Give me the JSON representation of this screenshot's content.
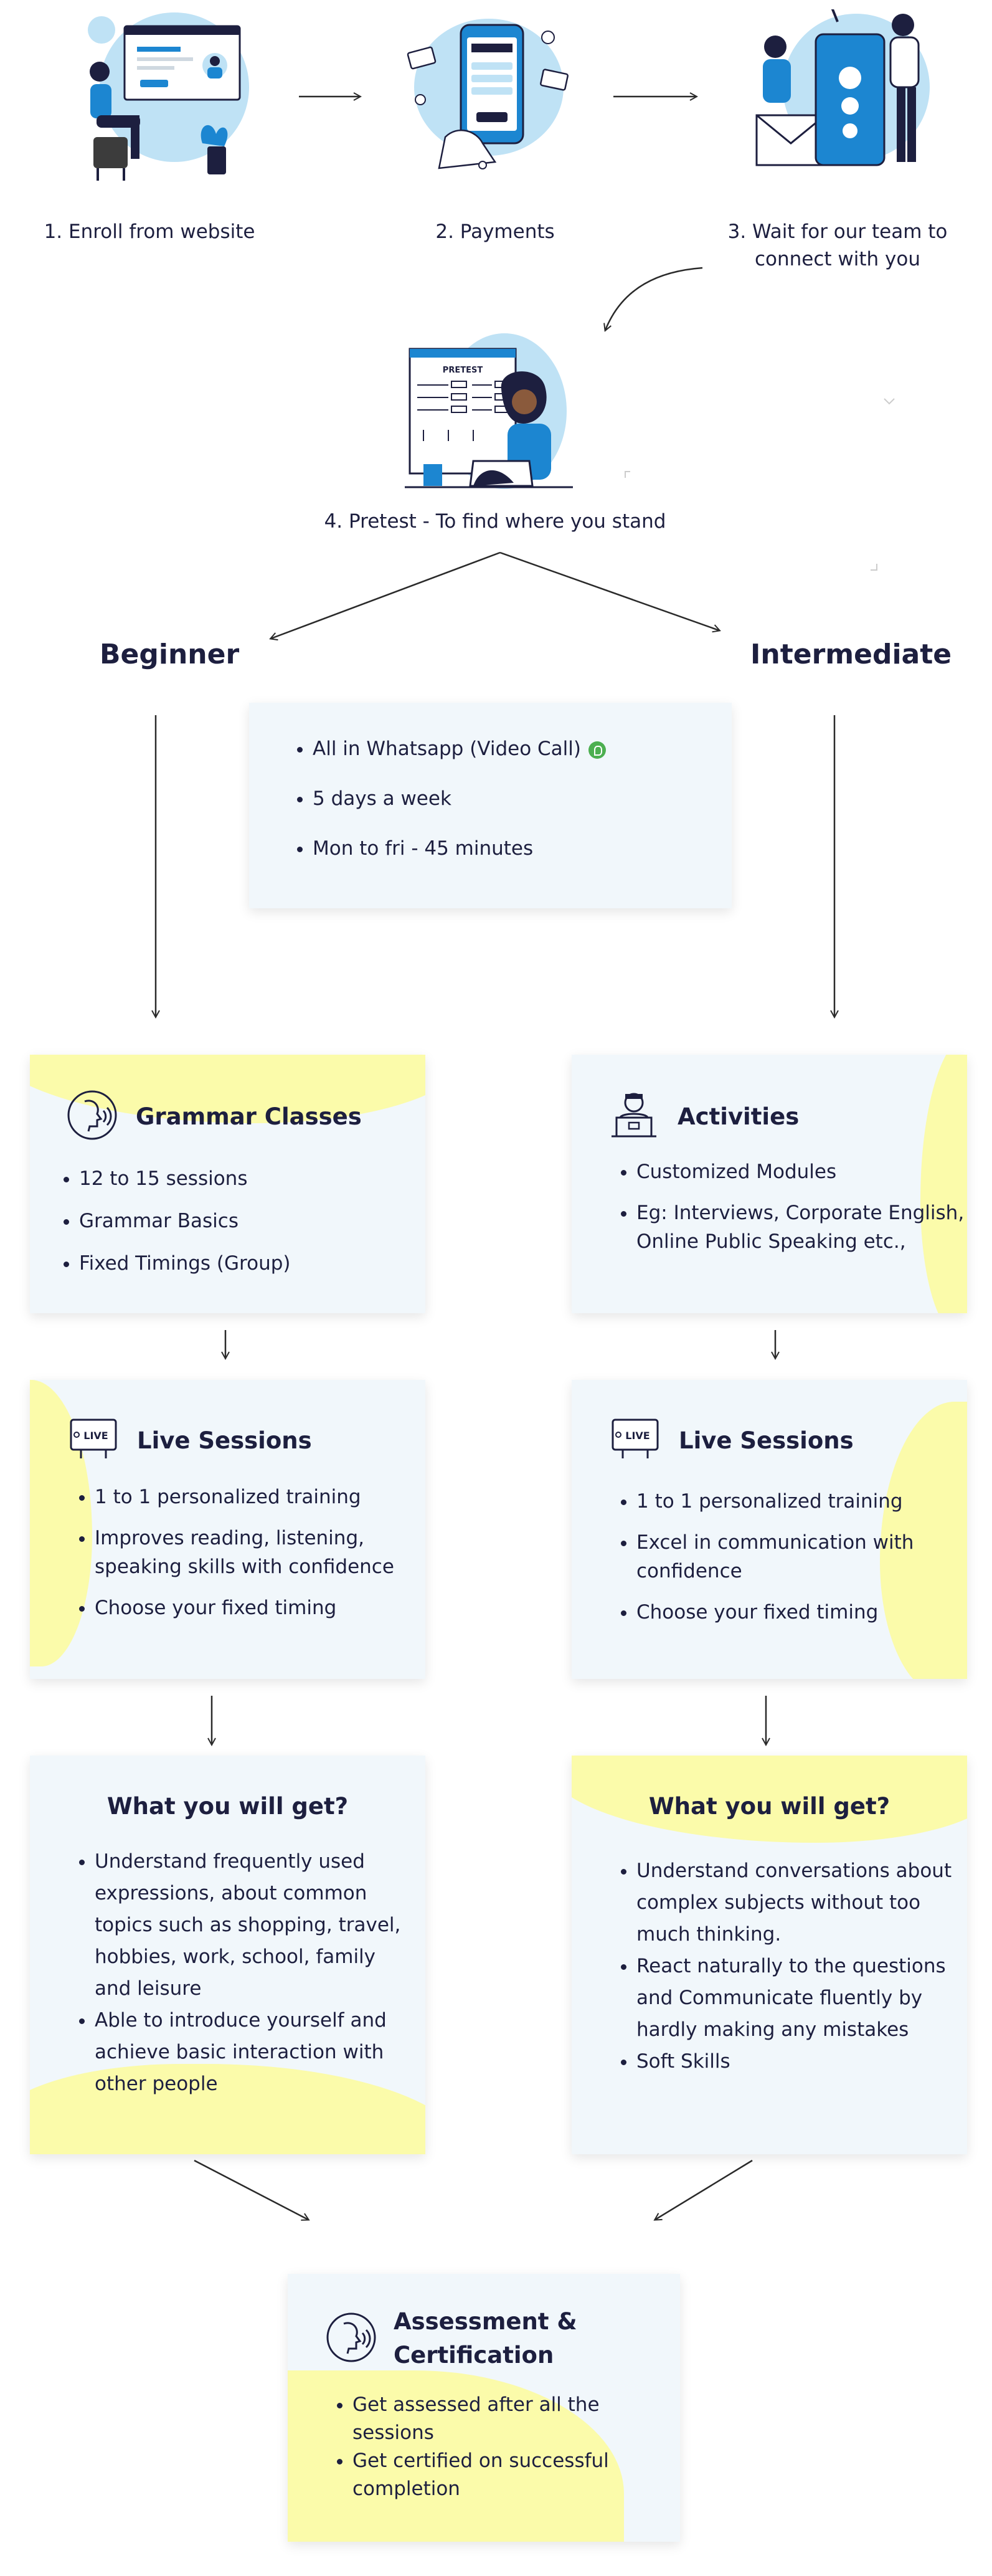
{
  "steps": [
    {
      "label_lines": [
        "1. Enroll from website"
      ],
      "illustration": "person-at-laptop-with-browser"
    },
    {
      "label_lines": [
        "2. Payments"
      ],
      "illustration": "hand-holding-phone-payment"
    },
    {
      "label_lines": [
        "3. Wait for our team to",
        "connect with you"
      ],
      "illustration": "team-with-phone-and-mail"
    },
    {
      "label_lines": [
        "4. Pretest - To find where you stand"
      ],
      "illustration": "woman-with-pretest-sheet"
    }
  ],
  "pretest_sheet_title": "PRETEST",
  "levels": {
    "beginner": "Beginner",
    "intermediate": "Intermediate"
  },
  "info_box": {
    "items": [
      "All in Whatsapp (Video Call)",
      "5 days a week",
      "Mon to fri  - 45 minutes"
    ],
    "icon": "whatsapp-icon"
  },
  "beginner_path": {
    "grammar": {
      "title": "Grammar Classes",
      "icon": "speaking-head-icon",
      "items": [
        "12 to 15 sessions",
        "Grammar Basics",
        "Fixed Timings (Group)"
      ]
    },
    "live": {
      "title": "Live Sessions",
      "icon": "live-screen-icon",
      "icon_text": "LIVE",
      "items": [
        "1 to 1 personalized training",
        "Improves reading, listening, speaking skills with confidence",
        "Choose your fixed timing"
      ]
    },
    "benefits": {
      "title": "What you will get?",
      "items": [
        "Understand frequently used expressions, about common topics such as shopping, travel, hobbies, work, school, family and leisure",
        "Able to introduce yourself and achieve basic interaction with other people"
      ]
    }
  },
  "intermediate_path": {
    "activities": {
      "title": "Activities",
      "icon": "presenter-icon",
      "items": [
        "Customized Modules",
        "Eg: Interviews, Corporate English, Online Public Speaking etc.,"
      ]
    },
    "live": {
      "title": "Live Sessions",
      "icon": "live-screen-icon",
      "icon_text": "LIVE",
      "items": [
        "1 to 1 personalized training",
        "Excel in communication with confidence",
        "Choose your fixed timing"
      ]
    },
    "benefits": {
      "title": "What you will get?",
      "items": [
        "Understand conversations about complex subjects without too much thinking.",
        "React naturally to the questions and Communicate fluently by hardly making any mistakes",
        "Soft Skills"
      ]
    }
  },
  "assessment": {
    "title_lines": [
      "Assessment &",
      "Certification"
    ],
    "icon": "speaking-head-icon",
    "items": [
      "Get assessed after all the sessions",
      "Get certified on successful completion"
    ]
  },
  "colors": {
    "text": "#1d1f3f",
    "card_bg": "#f1f7fb",
    "blob": "#fbfbaa",
    "illustration_blue": "#1c86d1",
    "illustration_light": "#bfe2f5",
    "whatsapp": "#4caf50"
  }
}
